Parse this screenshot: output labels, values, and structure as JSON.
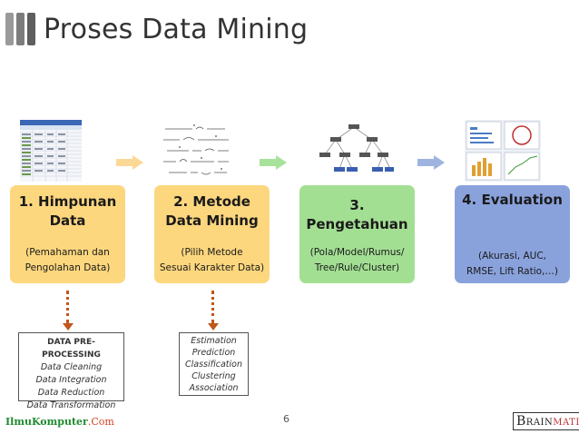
{
  "title": "Proses Data Mining",
  "steps": [
    {
      "title": "1. Himpunan\nData",
      "subtitle": "(Pemahaman dan\nPengolahan Data)"
    },
    {
      "title": "2. Metode\nData Mining",
      "subtitle": "(Pilih Metode\nSesuai Karakter Data)"
    },
    {
      "title": "3. Pengetahuan",
      "subtitle": "(Pola/Model/Rumus/\nTree/Rule/Cluster)"
    },
    {
      "title": "4. Evaluation",
      "subtitle": "(Akurasi, AUC,\nRMSE, Lift Ratio,…)"
    }
  ],
  "preprocessing": {
    "heading": "DATA PRE-PROCESSING",
    "items": [
      "Data Cleaning",
      "Data Integration",
      "Data Reduction",
      "Data Transformation"
    ]
  },
  "methods": {
    "items": [
      "Estimation",
      "Prediction",
      "Classification",
      "Clustering",
      "Association"
    ]
  },
  "footer": {
    "left_brand_a": "IlmuKomputer",
    "left_brand_b": ".Com",
    "page_number": "6",
    "right_brand_a": "B",
    "right_brand_b": "RAIN",
    "right_brand_c": "MATICS"
  },
  "colors": {
    "step1": "#fdd77e",
    "step2": "#fdd77e",
    "step3": "#a3df93",
    "step4": "#8aa2dc",
    "arrow1": "#fcd896",
    "arrow2": "#a7e29a",
    "arrow3": "#9fb3e0",
    "connector": "#c0561a"
  }
}
